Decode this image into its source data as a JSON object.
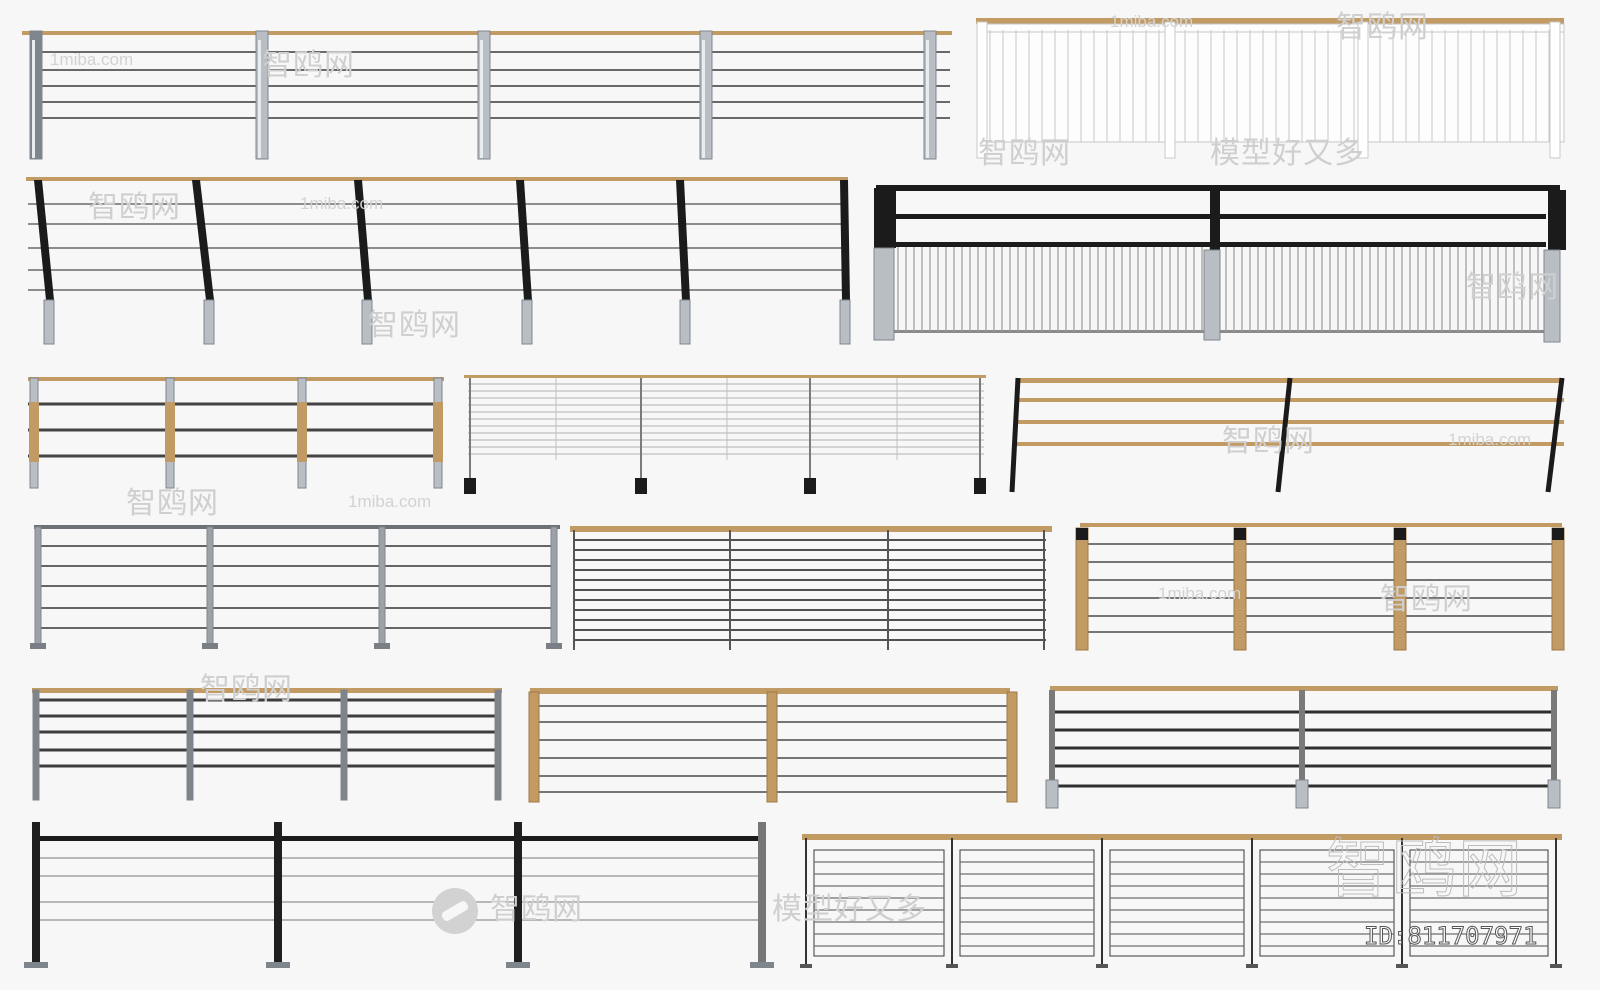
{
  "watermarks": {
    "site": "1miba.com",
    "brand": "智鸥网",
    "slogan": "模型好又多",
    "dashes": "------",
    "id_text": "ID:811707971"
  },
  "colors": {
    "wood": "#c29a63",
    "wood_dark": "#9f7a44",
    "steel": "#b9bec4",
    "steel_dark": "#7f858c",
    "black": "#1b1b1b",
    "wire": "#3a3a3a",
    "white_rail": "#ffffff",
    "panel_line": "#c8c8c8",
    "background": "#f7f7f7"
  },
  "railings": [
    {
      "name": "railing-01-steel-post-wire",
      "material": "steel posts, wood handrail, 6 wires"
    },
    {
      "name": "railing-02-white-picket",
      "material": "white posts, wood cap, vertical slats"
    },
    {
      "name": "railing-03-black-angled-post",
      "material": "black angled posts, wood handrail, 6 wires"
    },
    {
      "name": "railing-04-black-frame-vertical-bars",
      "material": "black tube frame, steel vertical bars"
    },
    {
      "name": "railing-05-wood-post-rods",
      "material": "wood-clad posts, wood handrail, 3 rods"
    },
    {
      "name": "railing-06-thin-cable",
      "material": "thin posts with base plates, many cables"
    },
    {
      "name": "railing-07-black-posts-wood-bars",
      "material": "black posts, 3 wood horizontal bars"
    },
    {
      "name": "railing-08-grey-steel-rods",
      "material": "grey steel posts, 6 rods"
    },
    {
      "name": "railing-09-wood-cap-dense-rods",
      "material": "wood cap, dense dark rods"
    },
    {
      "name": "railing-10-wood-post-rods",
      "material": "wood posts, wood handrail, 6 rods"
    },
    {
      "name": "railing-11-grey-post-wood-cap",
      "material": "grey posts, wood cap, 5 rods"
    },
    {
      "name": "railing-12-wood-post-wood-cap",
      "material": "wood posts, wood cap, 6 rods"
    },
    {
      "name": "railing-13-steel-tab-posts",
      "material": "steel tab posts, wood cap, 5 rods"
    },
    {
      "name": "railing-14-round-post-cable",
      "material": "round posts with discs, tube rail, 4 cables"
    },
    {
      "name": "railing-15-framed-panels",
      "material": "square frame panels, wood cap, horizontal bars"
    }
  ]
}
